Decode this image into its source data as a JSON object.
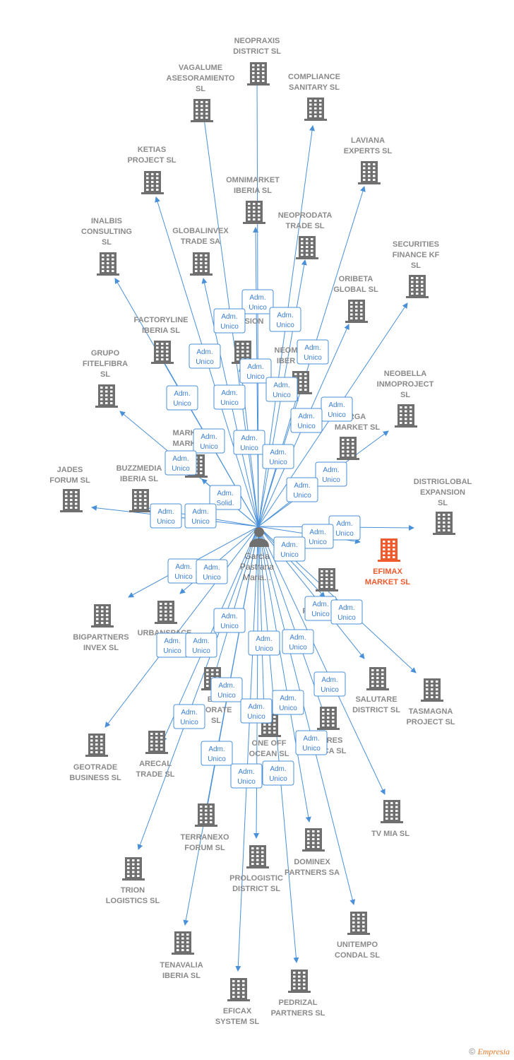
{
  "center": {
    "name_lines": [
      "Garcia",
      "Pastrana",
      "Maria..."
    ]
  },
  "focus_color": "#ee5a2c",
  "node_color": "#6f6f6f",
  "edge_color": "#4a90d9",
  "nodes": [
    {
      "label": [
        "NEOPRAXIS",
        "DISTRICT  SL"
      ]
    },
    {
      "label": [
        "VAGALUME",
        "ASESORAMIENTO",
        "SL"
      ]
    },
    {
      "label": [
        "COMPLIANCE",
        "SANITARY  SL"
      ]
    },
    {
      "label": [
        "LAVIANA",
        "EXPERTS  SL"
      ]
    },
    {
      "label": [
        "KETIAS",
        "PROJECT  SL"
      ]
    },
    {
      "label": [
        "OMNIMARKET",
        "IBERIA  SL"
      ]
    },
    {
      "label": [
        "NEOPRODATA",
        "TRADE  SL"
      ]
    },
    {
      "label": [
        "INALBIS",
        "CONSULTING",
        "SL"
      ]
    },
    {
      "label": [
        "GLOBALINVEX",
        "TRADE SA"
      ]
    },
    {
      "label": [
        "SECURITIES",
        "FINANCE KF",
        "SL"
      ]
    },
    {
      "label": [
        "ORIBETA",
        "GLOBAL  SL"
      ]
    },
    {
      "label": [
        "FACTORYLINE",
        "IBERIA  SL"
      ]
    },
    {
      "label": [
        "SION"
      ]
    },
    {
      "label": [
        "NEOM",
        "IBER"
      ]
    },
    {
      "label": [
        "GRUPO",
        "FITELFIBRA",
        "SL"
      ]
    },
    {
      "label": [
        "NEOBELLA",
        "INMOPROJECT",
        "SL"
      ]
    },
    {
      "label": [
        "RGA",
        "MARKET  SL"
      ]
    },
    {
      "label": [
        "MARK",
        "MARK"
      ]
    },
    {
      "label": [
        "JADES",
        "FORUM  SL"
      ]
    },
    {
      "label": [
        "BUZZMEDIA",
        "IBERIA  SL"
      ]
    },
    {
      "label": [
        "DISTRIGLOBAL",
        "EXPANSION",
        "SL"
      ]
    },
    {
      "label": [
        "EFIMAX",
        "MARKET  SL"
      ],
      "focus": true
    },
    {
      "label": [
        "BIGPARTNERS",
        "INVEX  SL"
      ]
    },
    {
      "label": [
        "URBANSPACE",
        "WO"
      ]
    },
    {
      "label": [
        "P"
      ]
    },
    {
      "label": [
        "SALUTARE",
        "DISTRICT  SL"
      ]
    },
    {
      "label": [
        "TASMAGNA",
        "PROJECT  SL"
      ]
    },
    {
      "label": [
        "BOR",
        "PORATE",
        "SL"
      ]
    },
    {
      "label": [
        "ONE OFF",
        "OCEAN  SL"
      ]
    },
    {
      "label": [
        "RES",
        "CA  SL"
      ]
    },
    {
      "label": [
        "GEOTRADE",
        "BUSINESS  SL"
      ]
    },
    {
      "label": [
        "ARECAL",
        "TRADE  SL"
      ]
    },
    {
      "label": [
        "TV MIA  SL"
      ]
    },
    {
      "label": [
        "TERRANEXO",
        "FORUM  SL"
      ]
    },
    {
      "label": [
        "DOMINEX",
        "PARTNERS SA"
      ]
    },
    {
      "label": [
        "PROLOGISTIC",
        "DISTRICT  SL"
      ]
    },
    {
      "label": [
        "TRION",
        "LOGISTICS  SL"
      ]
    },
    {
      "label": [
        "UNITEMPO",
        "CONDAL  SL"
      ]
    },
    {
      "label": [
        "TENAVALIA",
        "IBERIA  SL"
      ]
    },
    {
      "label": [
        "PEDRIZAL",
        "PARTNERS  SL"
      ]
    },
    {
      "label": [
        "EFICAX",
        "SYSTEM SL"
      ]
    }
  ],
  "roles": [
    {
      "text": [
        "Adm.",
        "Unico"
      ]
    },
    {
      "text": [
        "Adm.",
        "Unico"
      ]
    },
    {
      "text": [
        "Adm.",
        "Unico"
      ]
    },
    {
      "text": [
        "Adm.",
        "Unico"
      ]
    },
    {
      "text": [
        "Adm.",
        "Unico"
      ]
    },
    {
      "text": [
        "Adm.",
        "Unico"
      ]
    },
    {
      "text": [
        "Adm.",
        "Unico"
      ]
    },
    {
      "text": [
        "Adm.",
        "Unico"
      ]
    },
    {
      "text": [
        "Adm.",
        "Unico"
      ]
    },
    {
      "text": [
        "Adm.",
        "Unico"
      ]
    },
    {
      "text": [
        "Adm.",
        "Unico"
      ]
    },
    {
      "text": [
        "Adm.",
        "Unico"
      ]
    },
    {
      "text": [
        "Adm.",
        "Unico"
      ]
    },
    {
      "text": [
        "Adm.",
        "Unico"
      ]
    },
    {
      "text": [
        "Adm.",
        "Unico"
      ]
    },
    {
      "text": [
        "Adm.",
        "Unico"
      ]
    },
    {
      "text": [
        "Adm.",
        "Unico"
      ]
    },
    {
      "text": [
        "Adm.",
        "Solid."
      ]
    },
    {
      "text": [
        "Adm.",
        "Unico"
      ]
    },
    {
      "text": [
        "Adm.",
        "Unico"
      ]
    },
    {
      "text": [
        "Adm.",
        "Unico"
      ]
    },
    {
      "text": [
        "Adm.",
        "Unico"
      ]
    },
    {
      "text": [
        "Adm.",
        "Unico"
      ]
    },
    {
      "text": [
        "Adm.",
        "Unico"
      ]
    },
    {
      "text": [
        "Adm.",
        "Unico"
      ]
    },
    {
      "text": [
        "Adm.",
        "Unico"
      ]
    },
    {
      "text": [
        "Adm.",
        "Unico"
      ]
    },
    {
      "text": [
        "Adm.",
        "Unico"
      ]
    },
    {
      "text": [
        "Adm.",
        "Unico"
      ]
    },
    {
      "text": [
        "Adm.",
        "Unico"
      ]
    },
    {
      "text": [
        "Adm.",
        "Unico"
      ]
    },
    {
      "text": [
        "Adm.",
        "Unico"
      ]
    },
    {
      "text": [
        "Adm.",
        "Unico"
      ]
    },
    {
      "text": [
        "Adm.",
        "Unico"
      ]
    },
    {
      "text": [
        "Adm.",
        "Unico"
      ]
    },
    {
      "text": [
        "Adm.",
        "Unico"
      ]
    },
    {
      "text": [
        "Adm.",
        "Unico"
      ]
    },
    {
      "text": [
        "Adm.",
        "Unico"
      ]
    },
    {
      "text": [
        "Adm.",
        "Unico"
      ]
    },
    {
      "text": [
        "Adm.",
        "Unico"
      ]
    },
    {
      "text": [
        "Adm.",
        "Unico"
      ]
    }
  ],
  "footer": {
    "copyright": "©",
    "brand": "Empresia"
  }
}
